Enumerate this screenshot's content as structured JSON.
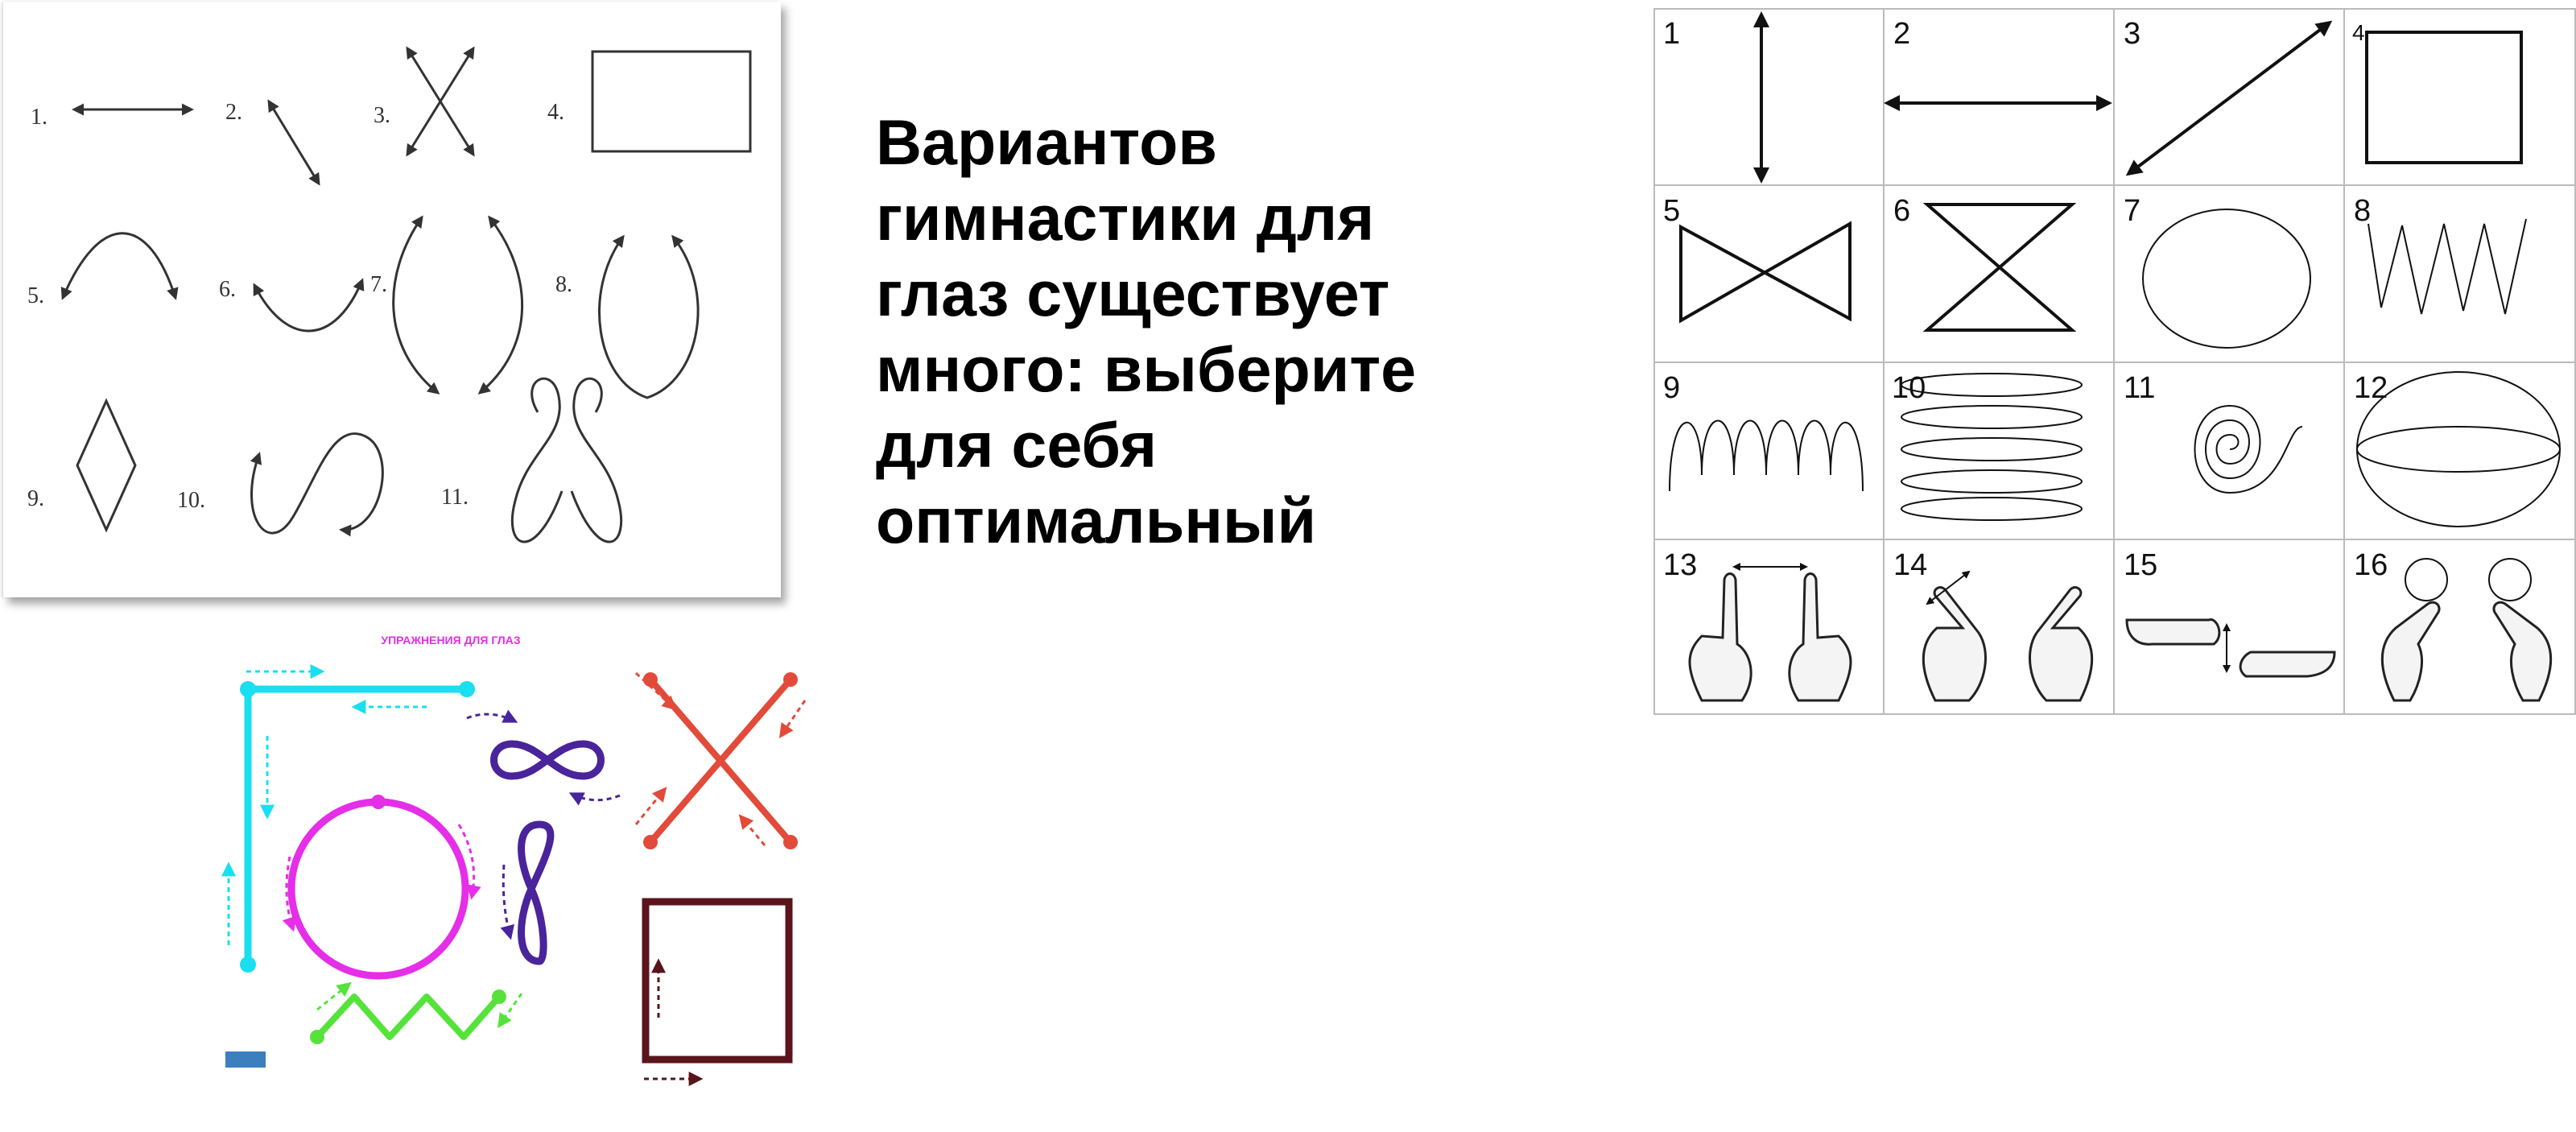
{
  "heading": {
    "lines": [
      "Вариантов",
      "гимнастики для",
      "глаз существует",
      "много: выберите",
      "для себя",
      "оптимальный"
    ]
  },
  "panel_a": {
    "labels": [
      "1.",
      "2.",
      "3.",
      "4.",
      "5.",
      "6.",
      "7.",
      "8.",
      "9.",
      "10.",
      "11."
    ]
  },
  "panel_b": {
    "labels": [
      "1",
      "2",
      "3",
      "4",
      "5",
      "6",
      "7",
      "8",
      "9",
      "10",
      "11",
      "12",
      "13",
      "14",
      "15",
      "16"
    ]
  },
  "panel_c": {
    "title": "УПРАЖНЕНИЯ ДЛЯ ГЛАЗ"
  },
  "colors": {
    "cyan": "#19dff0",
    "magenta": "#e52ee8",
    "indigo": "#4a249a",
    "red": "#e24a3a",
    "maroon": "#5a141c",
    "green": "#55e33b",
    "title_pink": "#e52ee8"
  }
}
